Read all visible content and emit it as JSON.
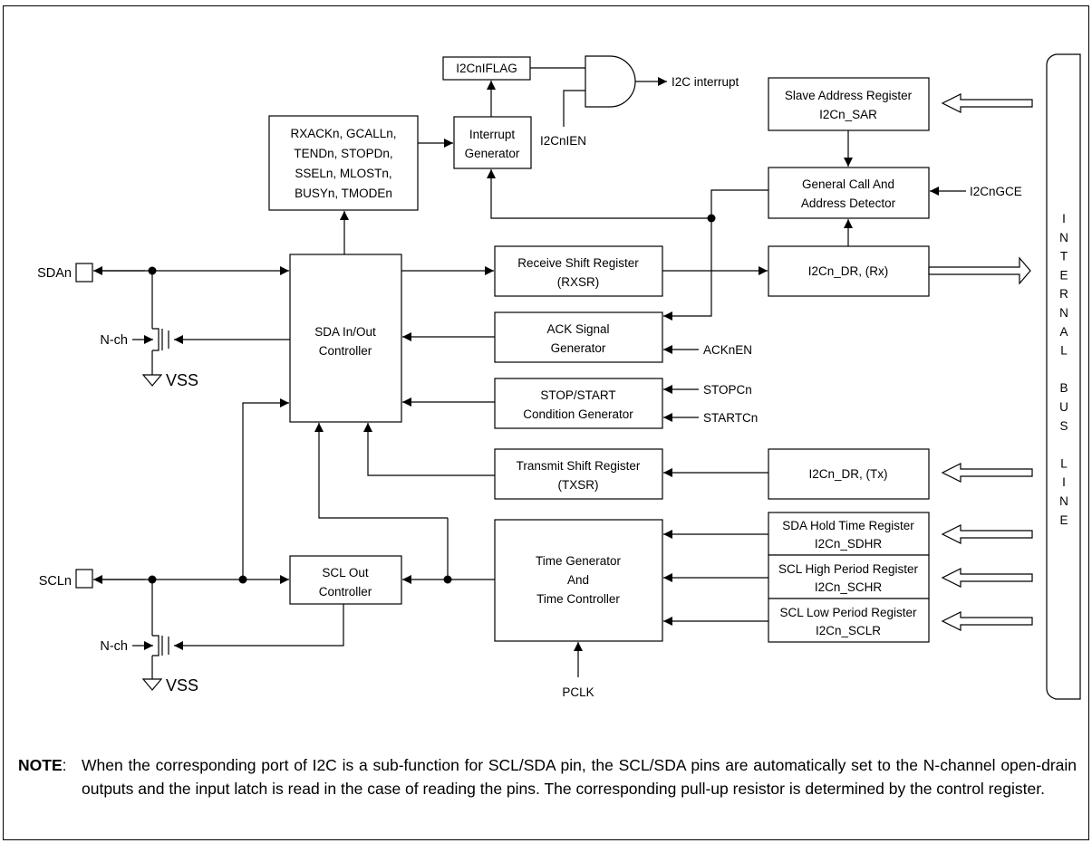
{
  "blocks": {
    "i2c_iflag": "I2CnIFLAG",
    "i2c_interrupt": "I2C interrupt",
    "i2c_ien": "I2CnIEN",
    "status_flags": [
      "RXACKn, GCALLn,",
      "TENDn, STOPDn,",
      "SSELn, MLOSTn,",
      "BUSYn, TMODEn"
    ],
    "interrupt_generator": [
      "Interrupt",
      "Generator"
    ],
    "slave_address_register": [
      "Slave Address Register",
      "I2Cn_SAR"
    ],
    "general_call_detector": [
      "General Call And",
      "Address Detector"
    ],
    "i2c_gce": "I2CnGCE",
    "receive_shift_register": [
      "Receive Shift Register",
      "(RXSR)"
    ],
    "i2c_dr_rx": "I2Cn_DR, (Rx)",
    "sda_controller": [
      "SDA In/Out",
      "Controller"
    ],
    "ack_signal_generator": [
      "ACK Signal",
      "Generator"
    ],
    "acken": "ACKnEN",
    "stop_start_generator": [
      "STOP/START",
      "Condition Generator"
    ],
    "stopc": "STOPCn",
    "startc": "STARTCn",
    "transmit_shift_register": [
      "Transmit Shift Register",
      "(TXSR)"
    ],
    "i2c_dr_tx": "I2Cn_DR, (Tx)",
    "time_generator": [
      "Time Generator",
      "And",
      "Time Controller"
    ],
    "sda_hold_register": [
      "SDA Hold Time Register",
      "I2Cn_SDHR"
    ],
    "scl_high_register": [
      "SCL High Period Register",
      "I2Cn_SCHR"
    ],
    "scl_low_register": [
      "SCL Low Period Register",
      "I2Cn_SCLR"
    ],
    "scl_out_controller": [
      "SCL Out",
      "Controller"
    ],
    "pclk": "PCLK",
    "sda_pin": "SDAn",
    "scl_pin": "SCLn",
    "nch": "N-ch",
    "vss": "VSS",
    "internal_bus_line": [
      "I",
      "N",
      "T",
      "E",
      "R",
      "N",
      "A",
      "L",
      "",
      "B",
      "U",
      "S",
      "",
      "L",
      "I",
      "N",
      "E"
    ]
  },
  "note": {
    "label": "NOTE",
    "text": "When the corresponding port of I2C is a sub-function for SCL/SDA pin, the SCL/SDA pins are automatically set to the N-channel open-drain outputs and the input latch is read in the case of reading the pins. The corresponding pull-up resistor is determined by the control register."
  }
}
